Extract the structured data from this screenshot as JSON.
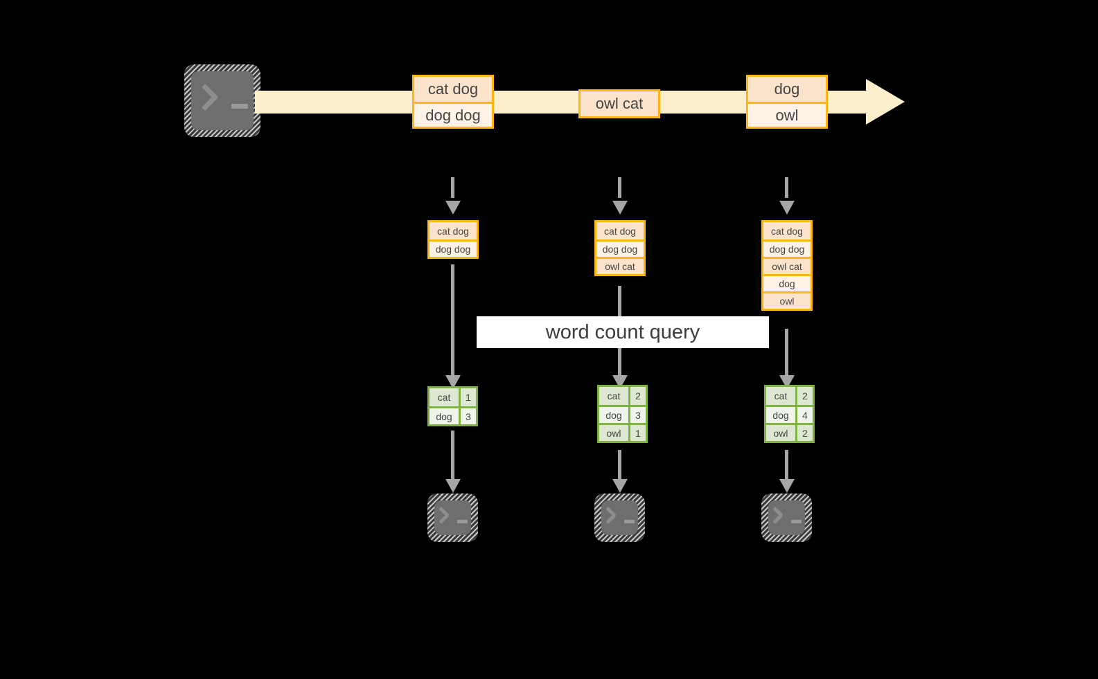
{
  "diagram": {
    "title_banner": "word count query",
    "colors": {
      "stream_band": "#FEEFCC",
      "event_border": "#FFB514",
      "event_row_dark": "#FCE3CC",
      "event_row_light": "#FDF2E5",
      "result_border": "#7FB241",
      "result_row_dark": "#DCE8D1",
      "result_row_light": "#F0F5EB",
      "arrow": "#A6A6A6",
      "terminal_fill": "#6E6E6E",
      "background": "#000000",
      "banner_bg": "#FFFFFF"
    },
    "source_terminal": {
      "icon": "terminal-prompt-icon",
      "glyph": ">_"
    },
    "stream": {
      "direction": "left-to-right",
      "events": [
        {
          "lines": [
            "cat dog",
            "dog dog"
          ]
        },
        {
          "lines": [
            "owl cat"
          ]
        },
        {
          "lines": [
            "dog",
            "owl"
          ]
        }
      ]
    },
    "columns": [
      {
        "accumulated": [
          "cat dog",
          "dog dog"
        ],
        "result": {
          "rows": [
            {
              "word": "cat",
              "count": "1"
            },
            {
              "word": "dog",
              "count": "3"
            }
          ]
        },
        "sink_terminal": {
          "icon": "terminal-prompt-icon",
          "glyph": ">_"
        }
      },
      {
        "accumulated": [
          "cat dog",
          "dog dog",
          "owl cat"
        ],
        "result": {
          "rows": [
            {
              "word": "cat",
              "count": "2"
            },
            {
              "word": "dog",
              "count": "3"
            },
            {
              "word": "owl",
              "count": "1"
            }
          ]
        },
        "sink_terminal": {
          "icon": "terminal-prompt-icon",
          "glyph": ">_"
        }
      },
      {
        "accumulated": [
          "cat dog",
          "dog dog",
          "owl cat",
          "dog",
          "owl"
        ],
        "result": {
          "rows": [
            {
              "word": "cat",
              "count": "2"
            },
            {
              "word": "dog",
              "count": "4"
            },
            {
              "word": "owl",
              "count": "2"
            }
          ]
        },
        "sink_terminal": {
          "icon": "terminal-prompt-icon",
          "glyph": ">_"
        }
      }
    ]
  }
}
